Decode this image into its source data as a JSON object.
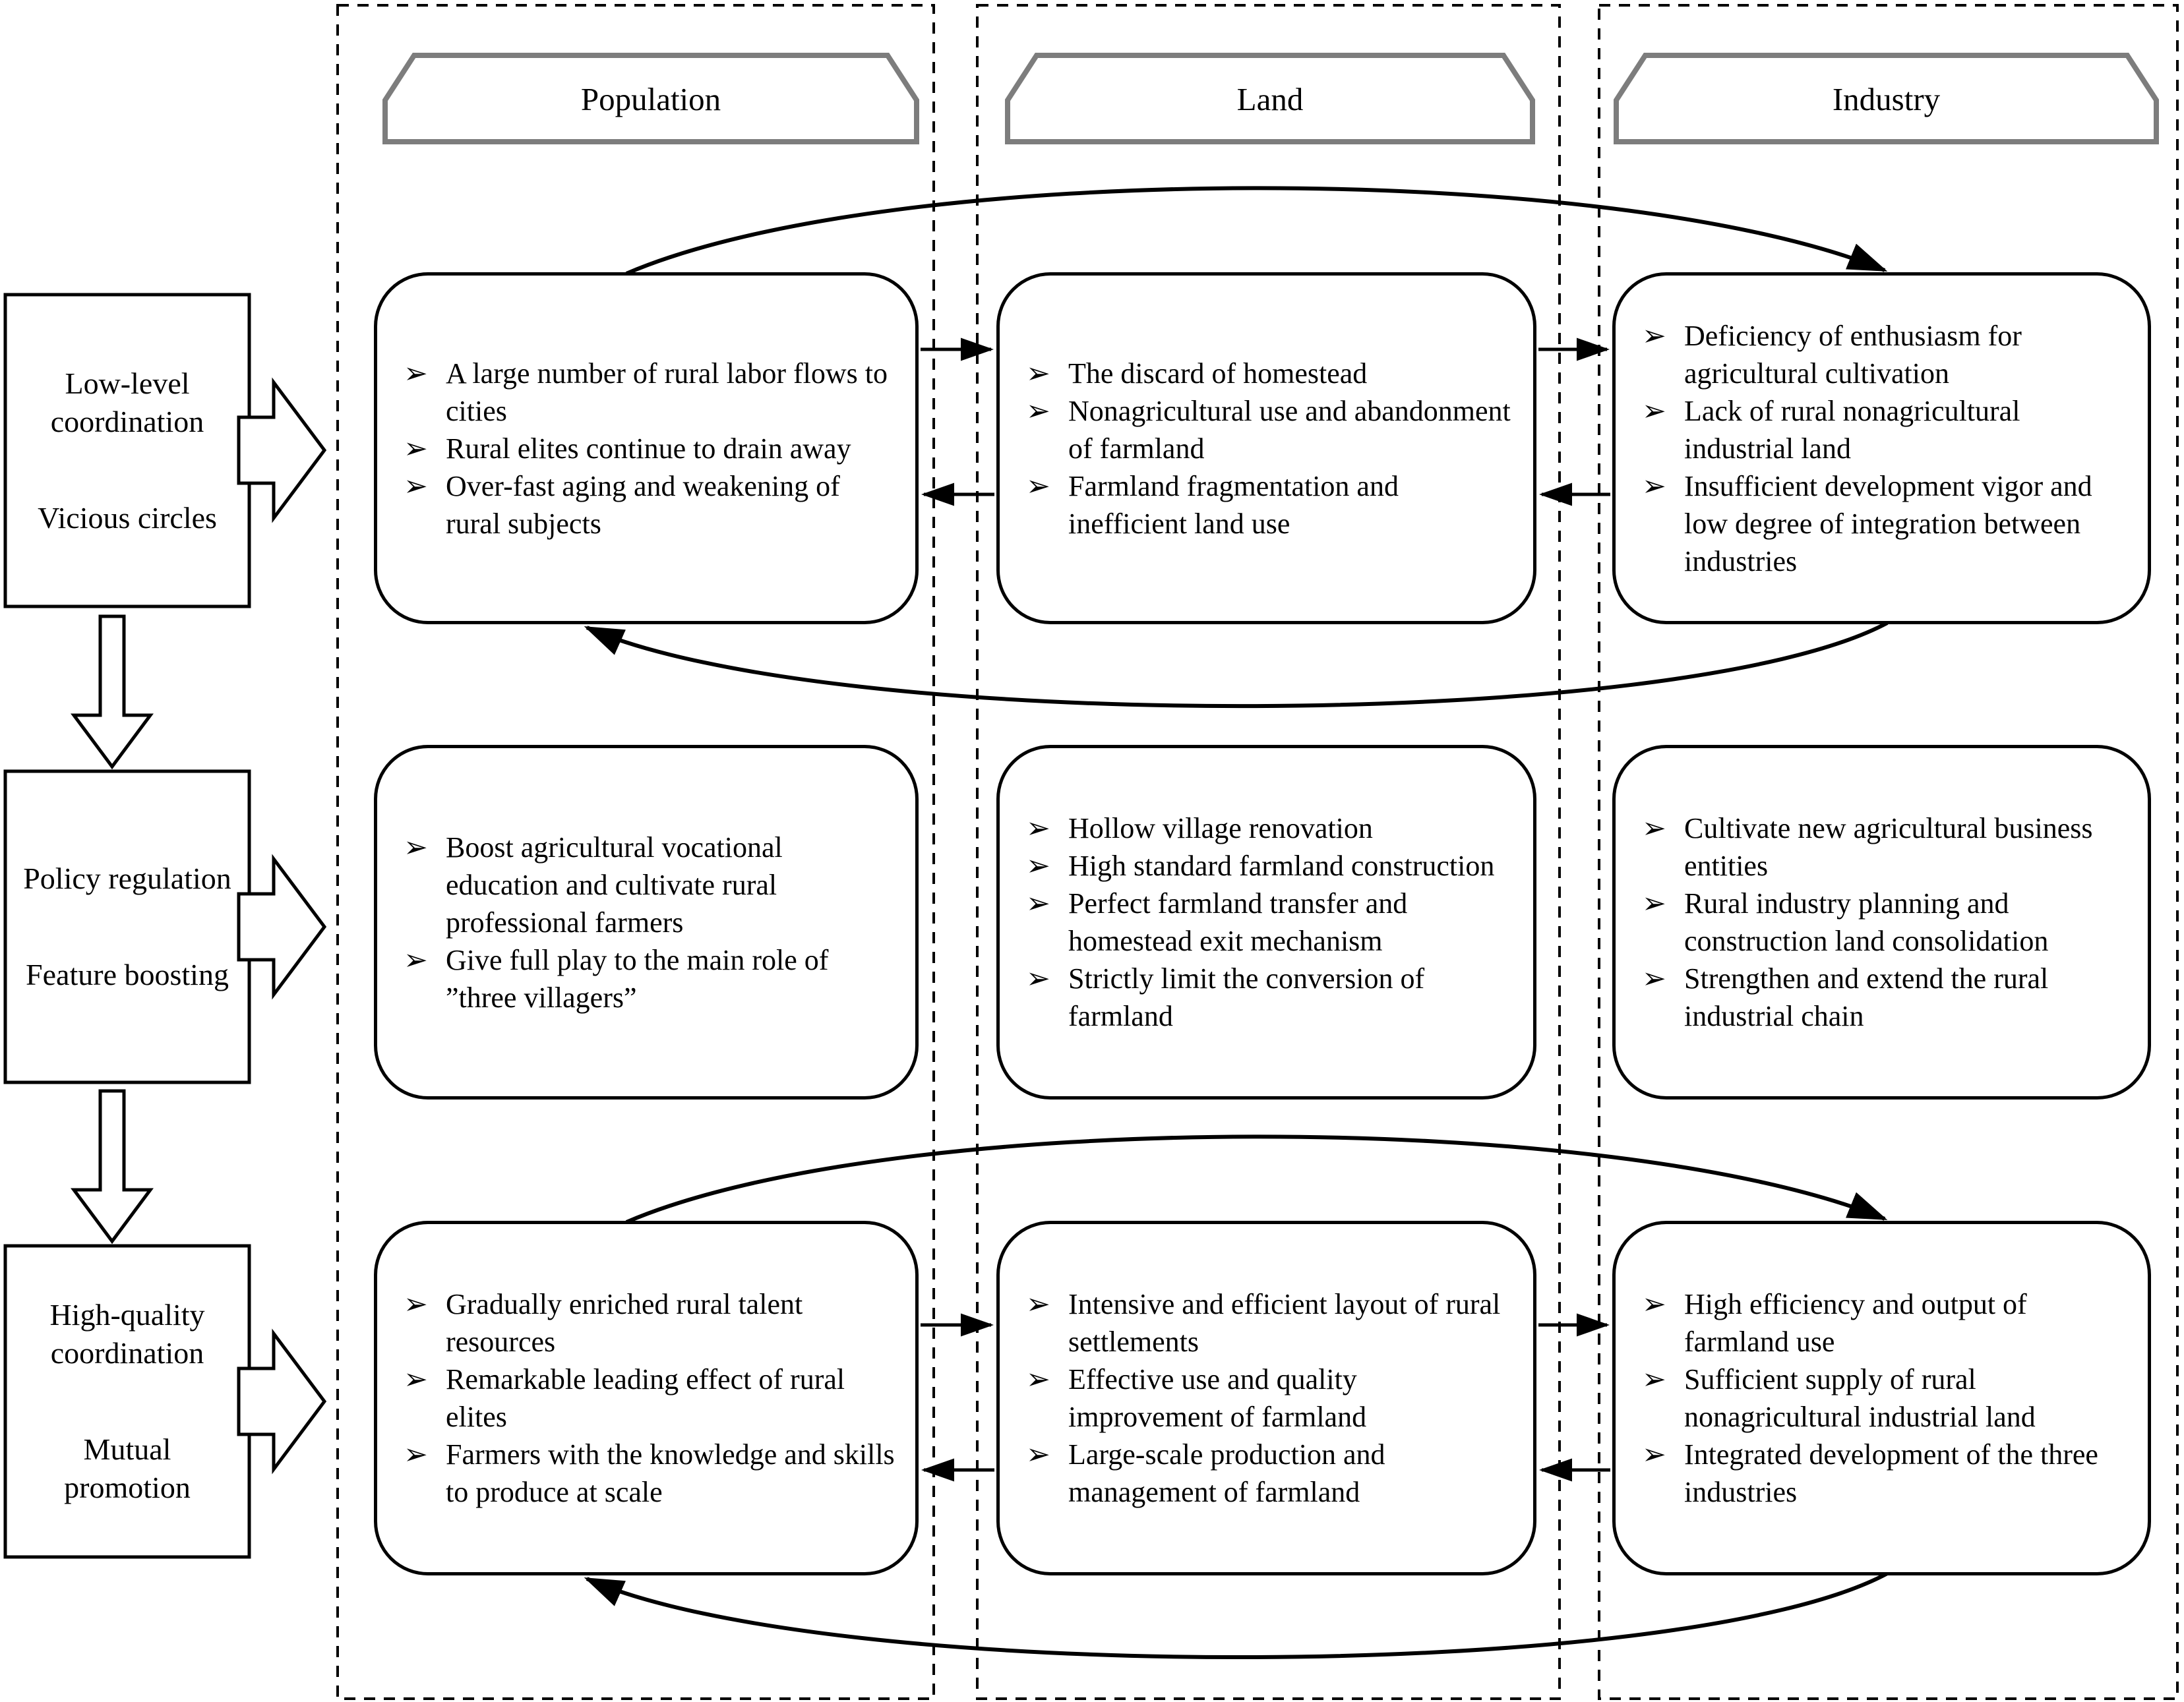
{
  "figure": {
    "bullet": "➢",
    "colors": {
      "header_border": "#7d7d7d",
      "line": "#000000",
      "background": "#ffffff"
    },
    "columns": [
      {
        "header": "Population",
        "rows": [
          {
            "items": [
              "A large number of rural labor flows to cities",
              "Rural elites continue to drain away",
              "Over-fast aging and weakening of rural subjects"
            ]
          },
          {
            "items": [
              "Boost agricultural vocational education and cultivate rural professional farmers",
              "Give full play to the main role of ”three villagers”"
            ]
          },
          {
            "items": [
              "Gradually enriched rural talent resources",
              "Remarkable leading effect of rural elites",
              "Farmers with the knowledge and skills to produce at scale"
            ]
          }
        ]
      },
      {
        "header": "Land",
        "rows": [
          {
            "items": [
              "The discard of homestead",
              "Nonagricultural use and abandonment of farmland",
              "Farmland fragmentation and inefficient land use"
            ]
          },
          {
            "items": [
              "Hollow village renovation",
              "High standard farmland construction",
              "Perfect farmland transfer and homestead exit mechanism",
              "Strictly limit the conversion of farmland"
            ]
          },
          {
            "items": [
              "Intensive and efficient layout of rural settlements",
              "Effective use and quality improvement of farmland",
              "Large-scale production and management of farmland"
            ]
          }
        ]
      },
      {
        "header": "Industry",
        "rows": [
          {
            "items": [
              "Deficiency of enthusiasm for agricultural cultivation",
              "Lack of rural nonagricultural industrial land",
              "Insufficient development vigor and low degree of integration between industries"
            ]
          },
          {
            "items": [
              "Cultivate new agricultural business entities",
              "Rural industry planning and construction land consolidation",
              "Strengthen and extend the rural industrial chain"
            ]
          },
          {
            "items": [
              "High efficiency and output of farmland use",
              "Sufficient supply of rural nonagricultural industrial land",
              "Integrated development of the three industries"
            ]
          }
        ]
      }
    ],
    "stages": [
      {
        "top": "Low-level coordination",
        "bottom": "Vicious circles"
      },
      {
        "top": "Policy regulation",
        "bottom": "Feature boosting"
      },
      {
        "top": "High-quality coordination",
        "bottom": "Mutual promotion"
      }
    ]
  }
}
